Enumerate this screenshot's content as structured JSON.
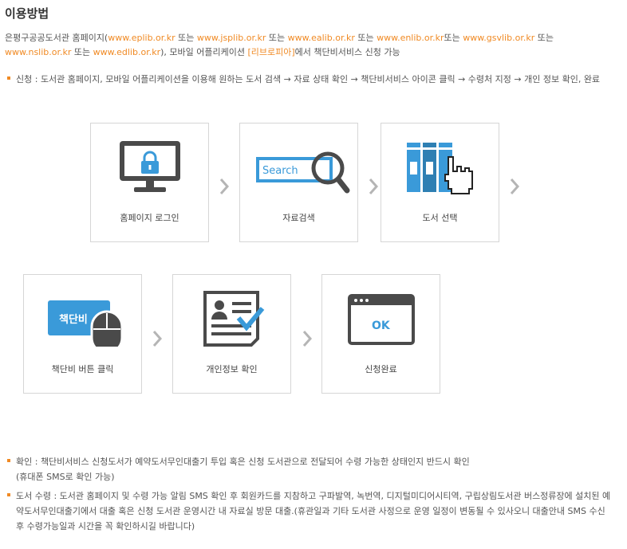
{
  "title": "이용방법",
  "intro": {
    "t1": "은평구공공도서관 홈페이지(",
    "l1": "www.eplib.or.kr",
    "t2": " 또는 ",
    "l2": "www.jsplib.or.kr",
    "t3": " 또는 ",
    "l3": "www.ealib.or.kr",
    "t4": " 또는 ",
    "l4": "www.enlib.or.kr",
    "t5": "또는 ",
    "l5": "www.gsvlib.or.kr",
    "t6": " 또는",
    "l6": "www.nslib.or.kr",
    "t7": " 또는 ",
    "l7": "www.edlib.or.kr",
    "t8": "), 모바일 어플리케이션 ",
    "app": "[리브로피아]",
    "t9": "에서 책단비서비스 신청 가능"
  },
  "apply": "신청 : 도서관 홈페이지, 모바일 어플리케이션을 이용해 원하는 도서 검색 → 자료 상태 확인 → 책단비서비스 아이콘 클릭 → 수령처 지정 → 개인 정보 확인, 완료",
  "steps": {
    "s1": "홈페이지 로그인",
    "s2": "자료검색",
    "s3": "도서 선택",
    "s4": "책단비 버튼 클릭",
    "s5": "개인정보 확인",
    "s6": "신청완료"
  },
  "icon_text": {
    "search": "Search",
    "button": "책단비",
    "ok": "OK"
  },
  "confirm": {
    "line1": "확인 : 책단비서비스 신청도서가 예약도서무인대출기 투입 혹은 신청 도서관으로 전달되어 수령 가능한 상태인지 반드시 확인",
    "line2": "(휴대폰 SMS로 확인 가능)"
  },
  "receive": "도서 수령 : 도서관 홈페이지 및 수령 가능 알림 SMS 확인 후 회원카드를 지참하고 구파발역, 녹번역, 디지털미디어시티역, 구립상림도서관 버스정류장에 설치된 예약도서무인대출기에서 대출 혹은 신청 도서관 운영시간 내 자료실 방문 대출.(휴관일과 기타 도서관 사정으로 운영 일정이 변동될 수 있사오니 대출안내 SMS 수신 후 수령가능일과 시간을 꼭 확인하시길 바랍니다)",
  "colors": {
    "accent": "#f08a24",
    "icon_blue": "#3a9ad9",
    "icon_dark": "#4a4a4a"
  }
}
